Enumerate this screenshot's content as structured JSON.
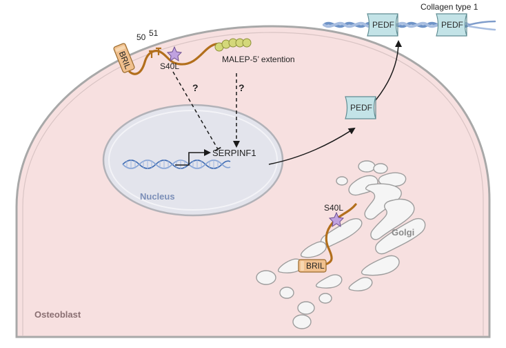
{
  "labels": {
    "collagen": "Collagen type 1",
    "pedf_box": "PEDF",
    "bril": "BRIL",
    "mut_50": "50",
    "mut_51": "51",
    "s40l": "S40L",
    "malep": "MALEP-5’ extention",
    "question": "?",
    "serpinf1": "SERPINF1",
    "nucleus": "Nucleus",
    "golgi": "Golgi",
    "osteoblast": "Osteoblast"
  },
  "colors": {
    "cell_fill": "#f7e0e0",
    "cell_stroke": "#9b9b9b",
    "nucleus_fill": "#e3e4ec",
    "pedf_fill": "#c3e3e7",
    "bril_fill": "#f0c08e",
    "strand": "#b26f1c",
    "star": "#b99ad8",
    "beads": "#d4d87a",
    "dna": "#4a73b5",
    "collagen_fiber": "#6c8fc0"
  },
  "icons": {
    "star": "star-icon",
    "question": "question-mark-icon"
  }
}
